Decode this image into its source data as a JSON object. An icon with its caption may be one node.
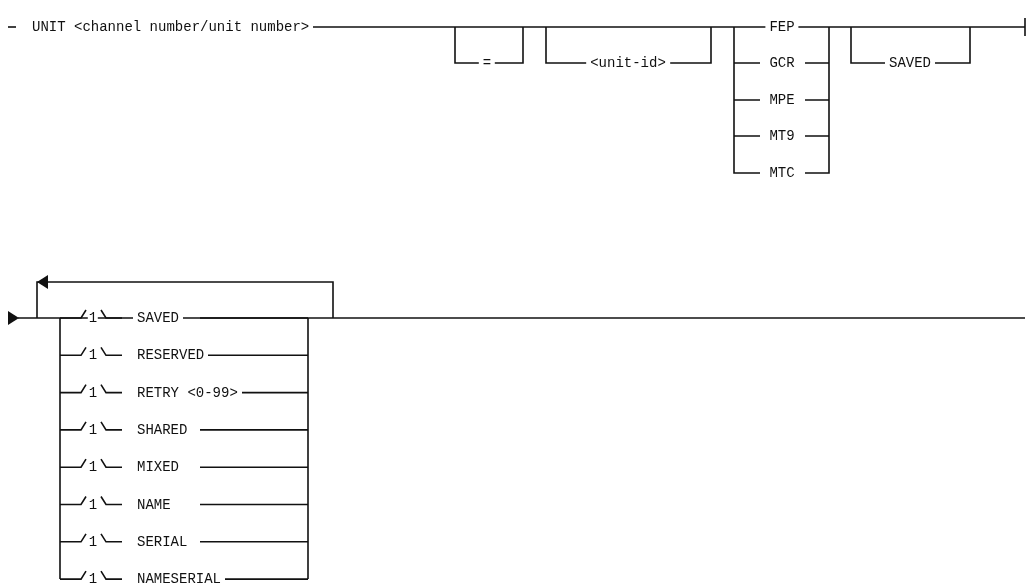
{
  "diagram": {
    "labels": [
      "UNIT <channel number/unit number>",
      "FEP",
      "=",
      "<unit-id>",
      "GCR",
      "SAVED",
      "MPE",
      "MT9",
      "MTC",
      "1",
      "SAVED",
      "1",
      "RESERVED",
      "1",
      "RETRY <0-99>",
      "1",
      "SHARED",
      "1",
      "MIXED",
      "1",
      "NAME",
      "1",
      "SERIAL",
      "1",
      "NAMESERIAL"
    ]
  }
}
